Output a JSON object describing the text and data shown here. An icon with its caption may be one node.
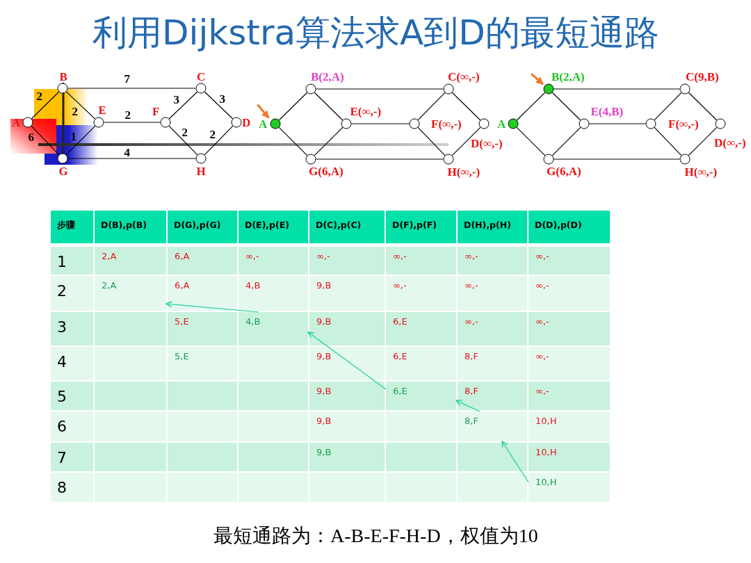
{
  "diagram": {
    "title": "利用Dijkstra算法求A到D的最短通路",
    "caption": "最短通路为：A-B-E-F-H-D，权值为10",
    "nodes": [
      {
        "text": [
          "B"
        ]
      },
      {
        "text": [
          "C"
        ]
      },
      {
        "text": [
          "A"
        ]
      },
      {
        "text": [
          "E"
        ]
      },
      {
        "text": [
          "F"
        ]
      },
      {
        "text": [
          "D"
        ]
      },
      {
        "text": [
          "G"
        ]
      },
      {
        "text": [
          "H"
        ]
      },
      {
        "text": [
          "B(2,A)"
        ]
      },
      {
        "text": [
          "C(∞,-)"
        ]
      },
      {
        "text": [
          "A"
        ]
      },
      {
        "text": [
          "E(∞,-)"
        ]
      },
      {
        "text": [
          "F(∞,-)"
        ]
      },
      {
        "text": [
          "D(∞,-)"
        ]
      },
      {
        "text": [
          "G(6,A)"
        ]
      },
      {
        "text": [
          "H(∞,-)"
        ]
      },
      {
        "text": [
          "B(2,A)"
        ]
      },
      {
        "text": [
          "C(9,B)"
        ]
      },
      {
        "text": [
          "A"
        ]
      },
      {
        "text": [
          "E(4,B)"
        ]
      },
      {
        "text": [
          "F(∞,-)"
        ]
      },
      {
        "text": [
          "D(∞,-)"
        ]
      },
      {
        "text": [
          "G(6,A)"
        ]
      },
      {
        "text": [
          "H(∞,-)"
        ]
      },
      {
        "text": [
          "2,A"
        ]
      },
      {
        "text": [
          "4,B"
        ]
      },
      {
        "text": [
          "6,E"
        ]
      },
      {
        "text": [
          "8,F"
        ]
      },
      {
        "text": [
          "10,H"
        ]
      }
    ],
    "edges": [
      {
        "from": 2,
        "to": 0,
        "arrow": "none",
        "label": "2"
      },
      {
        "from": 2,
        "to": 6,
        "arrow": "none",
        "label": "6"
      },
      {
        "from": 0,
        "to": 3,
        "arrow": "none",
        "label": "2"
      },
      {
        "from": 3,
        "to": 6,
        "arrow": "none",
        "label": "1"
      },
      {
        "from": 0,
        "to": 1,
        "arrow": "none",
        "label": "7"
      },
      {
        "from": 3,
        "to": 4,
        "arrow": "none",
        "label": "2"
      },
      {
        "from": 4,
        "to": 1,
        "arrow": "none",
        "label": "3"
      },
      {
        "from": 4,
        "to": 7,
        "arrow": "none",
        "label": "2"
      },
      {
        "from": 1,
        "to": 5,
        "arrow": "none",
        "label": "3"
      },
      {
        "from": 7,
        "to": 5,
        "arrow": "none",
        "label": "2"
      },
      {
        "from": 6,
        "to": 7,
        "arrow": "none",
        "label": "4"
      },
      {
        "from": 10,
        "to": 8,
        "arrow": "none"
      },
      {
        "from": 10,
        "to": 14,
        "arrow": "none"
      },
      {
        "from": 8,
        "to": 11,
        "arrow": "none"
      },
      {
        "from": 11,
        "to": 14,
        "arrow": "none"
      },
      {
        "from": 8,
        "to": 9,
        "arrow": "none"
      },
      {
        "from": 11,
        "to": 12,
        "arrow": "none"
      },
      {
        "from": 12,
        "to": 9,
        "arrow": "none"
      },
      {
        "from": 12,
        "to": 15,
        "arrow": "none"
      },
      {
        "from": 9,
        "to": 13,
        "arrow": "none"
      },
      {
        "from": 15,
        "to": 13,
        "arrow": "none"
      },
      {
        "from": 14,
        "to": 15,
        "arrow": "none"
      },
      {
        "from": 18,
        "to": 16,
        "arrow": "none"
      },
      {
        "from": 18,
        "to": 22,
        "arrow": "none"
      },
      {
        "from": 16,
        "to": 19,
        "arrow": "none"
      },
      {
        "from": 19,
        "to": 22,
        "arrow": "none"
      },
      {
        "from": 16,
        "to": 17,
        "arrow": "none"
      },
      {
        "from": 19,
        "to": 20,
        "arrow": "none"
      },
      {
        "from": 20,
        "to": 17,
        "arrow": "none"
      },
      {
        "from": 20,
        "to": 23,
        "arrow": "none"
      },
      {
        "from": 17,
        "to": 21,
        "arrow": "none"
      },
      {
        "from": 23,
        "to": 21,
        "arrow": "none"
      },
      {
        "from": 22,
        "to": 23,
        "arrow": "none"
      },
      {
        "from": null,
        "to": 10,
        "arrow": "to",
        "style": "thick",
        "color": "#f07828"
      },
      {
        "from": null,
        "to": 16,
        "arrow": "to",
        "style": "thick",
        "color": "#f07828"
      },
      {
        "from": 25,
        "to": 24,
        "arrow": "to",
        "color": "#1ccf9a"
      },
      {
        "from": 26,
        "to": 25,
        "arrow": "to",
        "color": "#1ccf9a"
      },
      {
        "from": 27,
        "to": 26,
        "arrow": "to",
        "color": "#1ccf9a"
      },
      {
        "from": 28,
        "to": 27,
        "arrow": "to",
        "color": "#1ccf9a"
      }
    ],
    "labels": [
      "步骤",
      "D(B),p(B)",
      "D(G),p(G)",
      "D(E),p(E)",
      "D(C),p(C)",
      "D(F),p(F)",
      "D(H),p(H)",
      "D(D),p(D)",
      "1",
      "2,A",
      "6,A",
      "∞,-",
      "∞,-",
      "∞,-",
      "∞,-",
      "∞,-",
      "2",
      "6,A",
      "4,B",
      "9,B",
      "∞,-",
      "∞,-",
      "∞,-",
      "3",
      "5,E",
      "9,B",
      "6,E",
      "∞,-",
      "∞,-",
      "4",
      "5,E",
      "9,B",
      "6,E",
      "8,F",
      "∞,-",
      "5",
      "9,B",
      "8,F",
      "∞,-",
      "6",
      "9,B",
      "10,H",
      "7",
      "9,B",
      "10,H",
      "8"
    ]
  }
}
